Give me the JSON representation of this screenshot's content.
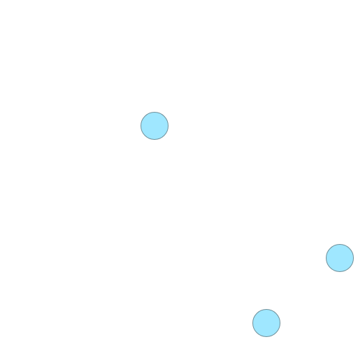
{
  "colors": {
    "background": "#ffffff",
    "circle_fill": "#9fe7ff",
    "circle_stroke": "#6f8f99"
  },
  "circles": [
    {
      "id": "circle-1"
    },
    {
      "id": "circle-2"
    },
    {
      "id": "circle-3"
    }
  ]
}
